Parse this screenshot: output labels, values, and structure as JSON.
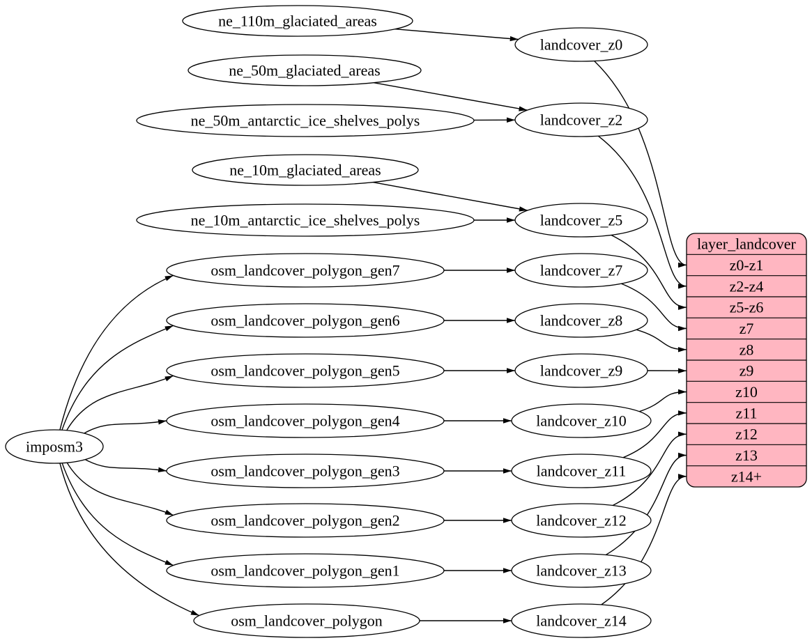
{
  "colors": {
    "background": "#ffffff",
    "node_fill": "#ffffff",
    "node_stroke": "#000000",
    "edge": "#000000",
    "text": "#000000",
    "record_fill": "#ffb6c1"
  },
  "nodes": [
    {
      "id": "imposm3",
      "label": "imposm3"
    },
    {
      "id": "ne_110m_glaciated_areas",
      "label": "ne_110m_glaciated_areas"
    },
    {
      "id": "ne_50m_glaciated_areas",
      "label": "ne_50m_glaciated_areas"
    },
    {
      "id": "ne_50m_antarctic_ice_shelves_polys",
      "label": "ne_50m_antarctic_ice_shelves_polys"
    },
    {
      "id": "ne_10m_glaciated_areas",
      "label": "ne_10m_glaciated_areas"
    },
    {
      "id": "ne_10m_antarctic_ice_shelves_polys",
      "label": "ne_10m_antarctic_ice_shelves_polys"
    },
    {
      "id": "osm_landcover_polygon_gen7",
      "label": "osm_landcover_polygon_gen7"
    },
    {
      "id": "osm_landcover_polygon_gen6",
      "label": "osm_landcover_polygon_gen6"
    },
    {
      "id": "osm_landcover_polygon_gen5",
      "label": "osm_landcover_polygon_gen5"
    },
    {
      "id": "osm_landcover_polygon_gen4",
      "label": "osm_landcover_polygon_gen4"
    },
    {
      "id": "osm_landcover_polygon_gen3",
      "label": "osm_landcover_polygon_gen3"
    },
    {
      "id": "osm_landcover_polygon_gen2",
      "label": "osm_landcover_polygon_gen2"
    },
    {
      "id": "osm_landcover_polygon_gen1",
      "label": "osm_landcover_polygon_gen1"
    },
    {
      "id": "osm_landcover_polygon",
      "label": "osm_landcover_polygon"
    },
    {
      "id": "landcover_z0",
      "label": "landcover_z0"
    },
    {
      "id": "landcover_z2",
      "label": "landcover_z2"
    },
    {
      "id": "landcover_z5",
      "label": "landcover_z5"
    },
    {
      "id": "landcover_z7",
      "label": "landcover_z7"
    },
    {
      "id": "landcover_z8",
      "label": "landcover_z8"
    },
    {
      "id": "landcover_z9",
      "label": "landcover_z9"
    },
    {
      "id": "landcover_z10",
      "label": "landcover_z10"
    },
    {
      "id": "landcover_z11",
      "label": "landcover_z11"
    },
    {
      "id": "landcover_z12",
      "label": "landcover_z12"
    },
    {
      "id": "landcover_z13",
      "label": "landcover_z13"
    },
    {
      "id": "landcover_z14",
      "label": "landcover_z14"
    }
  ],
  "record": {
    "title": "layer_landcover",
    "rows": [
      "z0-z1",
      "z2-z4",
      "z5-z6",
      "z7",
      "z8",
      "z9",
      "z10",
      "z11",
      "z12",
      "z13",
      "z14+"
    ]
  },
  "edges": [
    {
      "from": "ne_110m_glaciated_areas",
      "to": "landcover_z0"
    },
    {
      "from": "ne_50m_glaciated_areas",
      "to": "landcover_z2"
    },
    {
      "from": "ne_50m_antarctic_ice_shelves_polys",
      "to": "landcover_z2"
    },
    {
      "from": "ne_10m_glaciated_areas",
      "to": "landcover_z5"
    },
    {
      "from": "ne_10m_antarctic_ice_shelves_polys",
      "to": "landcover_z5"
    },
    {
      "from": "imposm3",
      "to": "osm_landcover_polygon_gen7"
    },
    {
      "from": "imposm3",
      "to": "osm_landcover_polygon_gen6"
    },
    {
      "from": "imposm3",
      "to": "osm_landcover_polygon_gen5"
    },
    {
      "from": "imposm3",
      "to": "osm_landcover_polygon_gen4"
    },
    {
      "from": "imposm3",
      "to": "osm_landcover_polygon_gen3"
    },
    {
      "from": "imposm3",
      "to": "osm_landcover_polygon_gen2"
    },
    {
      "from": "imposm3",
      "to": "osm_landcover_polygon_gen1"
    },
    {
      "from": "imposm3",
      "to": "osm_landcover_polygon"
    },
    {
      "from": "osm_landcover_polygon_gen7",
      "to": "landcover_z7"
    },
    {
      "from": "osm_landcover_polygon_gen6",
      "to": "landcover_z8"
    },
    {
      "from": "osm_landcover_polygon_gen5",
      "to": "landcover_z9"
    },
    {
      "from": "osm_landcover_polygon_gen4",
      "to": "landcover_z10"
    },
    {
      "from": "osm_landcover_polygon_gen3",
      "to": "landcover_z11"
    },
    {
      "from": "osm_landcover_polygon_gen2",
      "to": "landcover_z12"
    },
    {
      "from": "osm_landcover_polygon_gen1",
      "to": "landcover_z13"
    },
    {
      "from": "osm_landcover_polygon",
      "to": "landcover_z14"
    },
    {
      "from": "landcover_z0",
      "to": "layer_landcover",
      "row": "z0-z1"
    },
    {
      "from": "landcover_z2",
      "to": "layer_landcover",
      "row": "z2-z4"
    },
    {
      "from": "landcover_z5",
      "to": "layer_landcover",
      "row": "z5-z6"
    },
    {
      "from": "landcover_z7",
      "to": "layer_landcover",
      "row": "z7"
    },
    {
      "from": "landcover_z8",
      "to": "layer_landcover",
      "row": "z8"
    },
    {
      "from": "landcover_z9",
      "to": "layer_landcover",
      "row": "z9"
    },
    {
      "from": "landcover_z10",
      "to": "layer_landcover",
      "row": "z10"
    },
    {
      "from": "landcover_z11",
      "to": "layer_landcover",
      "row": "z11"
    },
    {
      "from": "landcover_z12",
      "to": "layer_landcover",
      "row": "z12"
    },
    {
      "from": "landcover_z13",
      "to": "layer_landcover",
      "row": "z13"
    },
    {
      "from": "landcover_z14",
      "to": "layer_landcover",
      "row": "z14+"
    }
  ]
}
